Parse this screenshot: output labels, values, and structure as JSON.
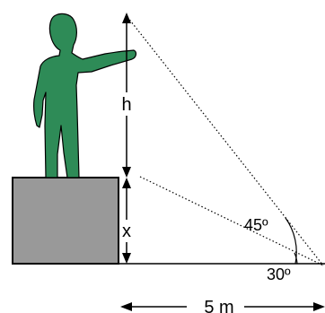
{
  "labels": {
    "statue_height": "h",
    "pedestal_height": "x",
    "angle_top": "45º",
    "angle_bottom": "30º",
    "distance": "5 m"
  },
  "colors": {
    "pedestal_fill": "#999999",
    "statue_fill": "#2e8b57",
    "ink": "#000000"
  }
}
